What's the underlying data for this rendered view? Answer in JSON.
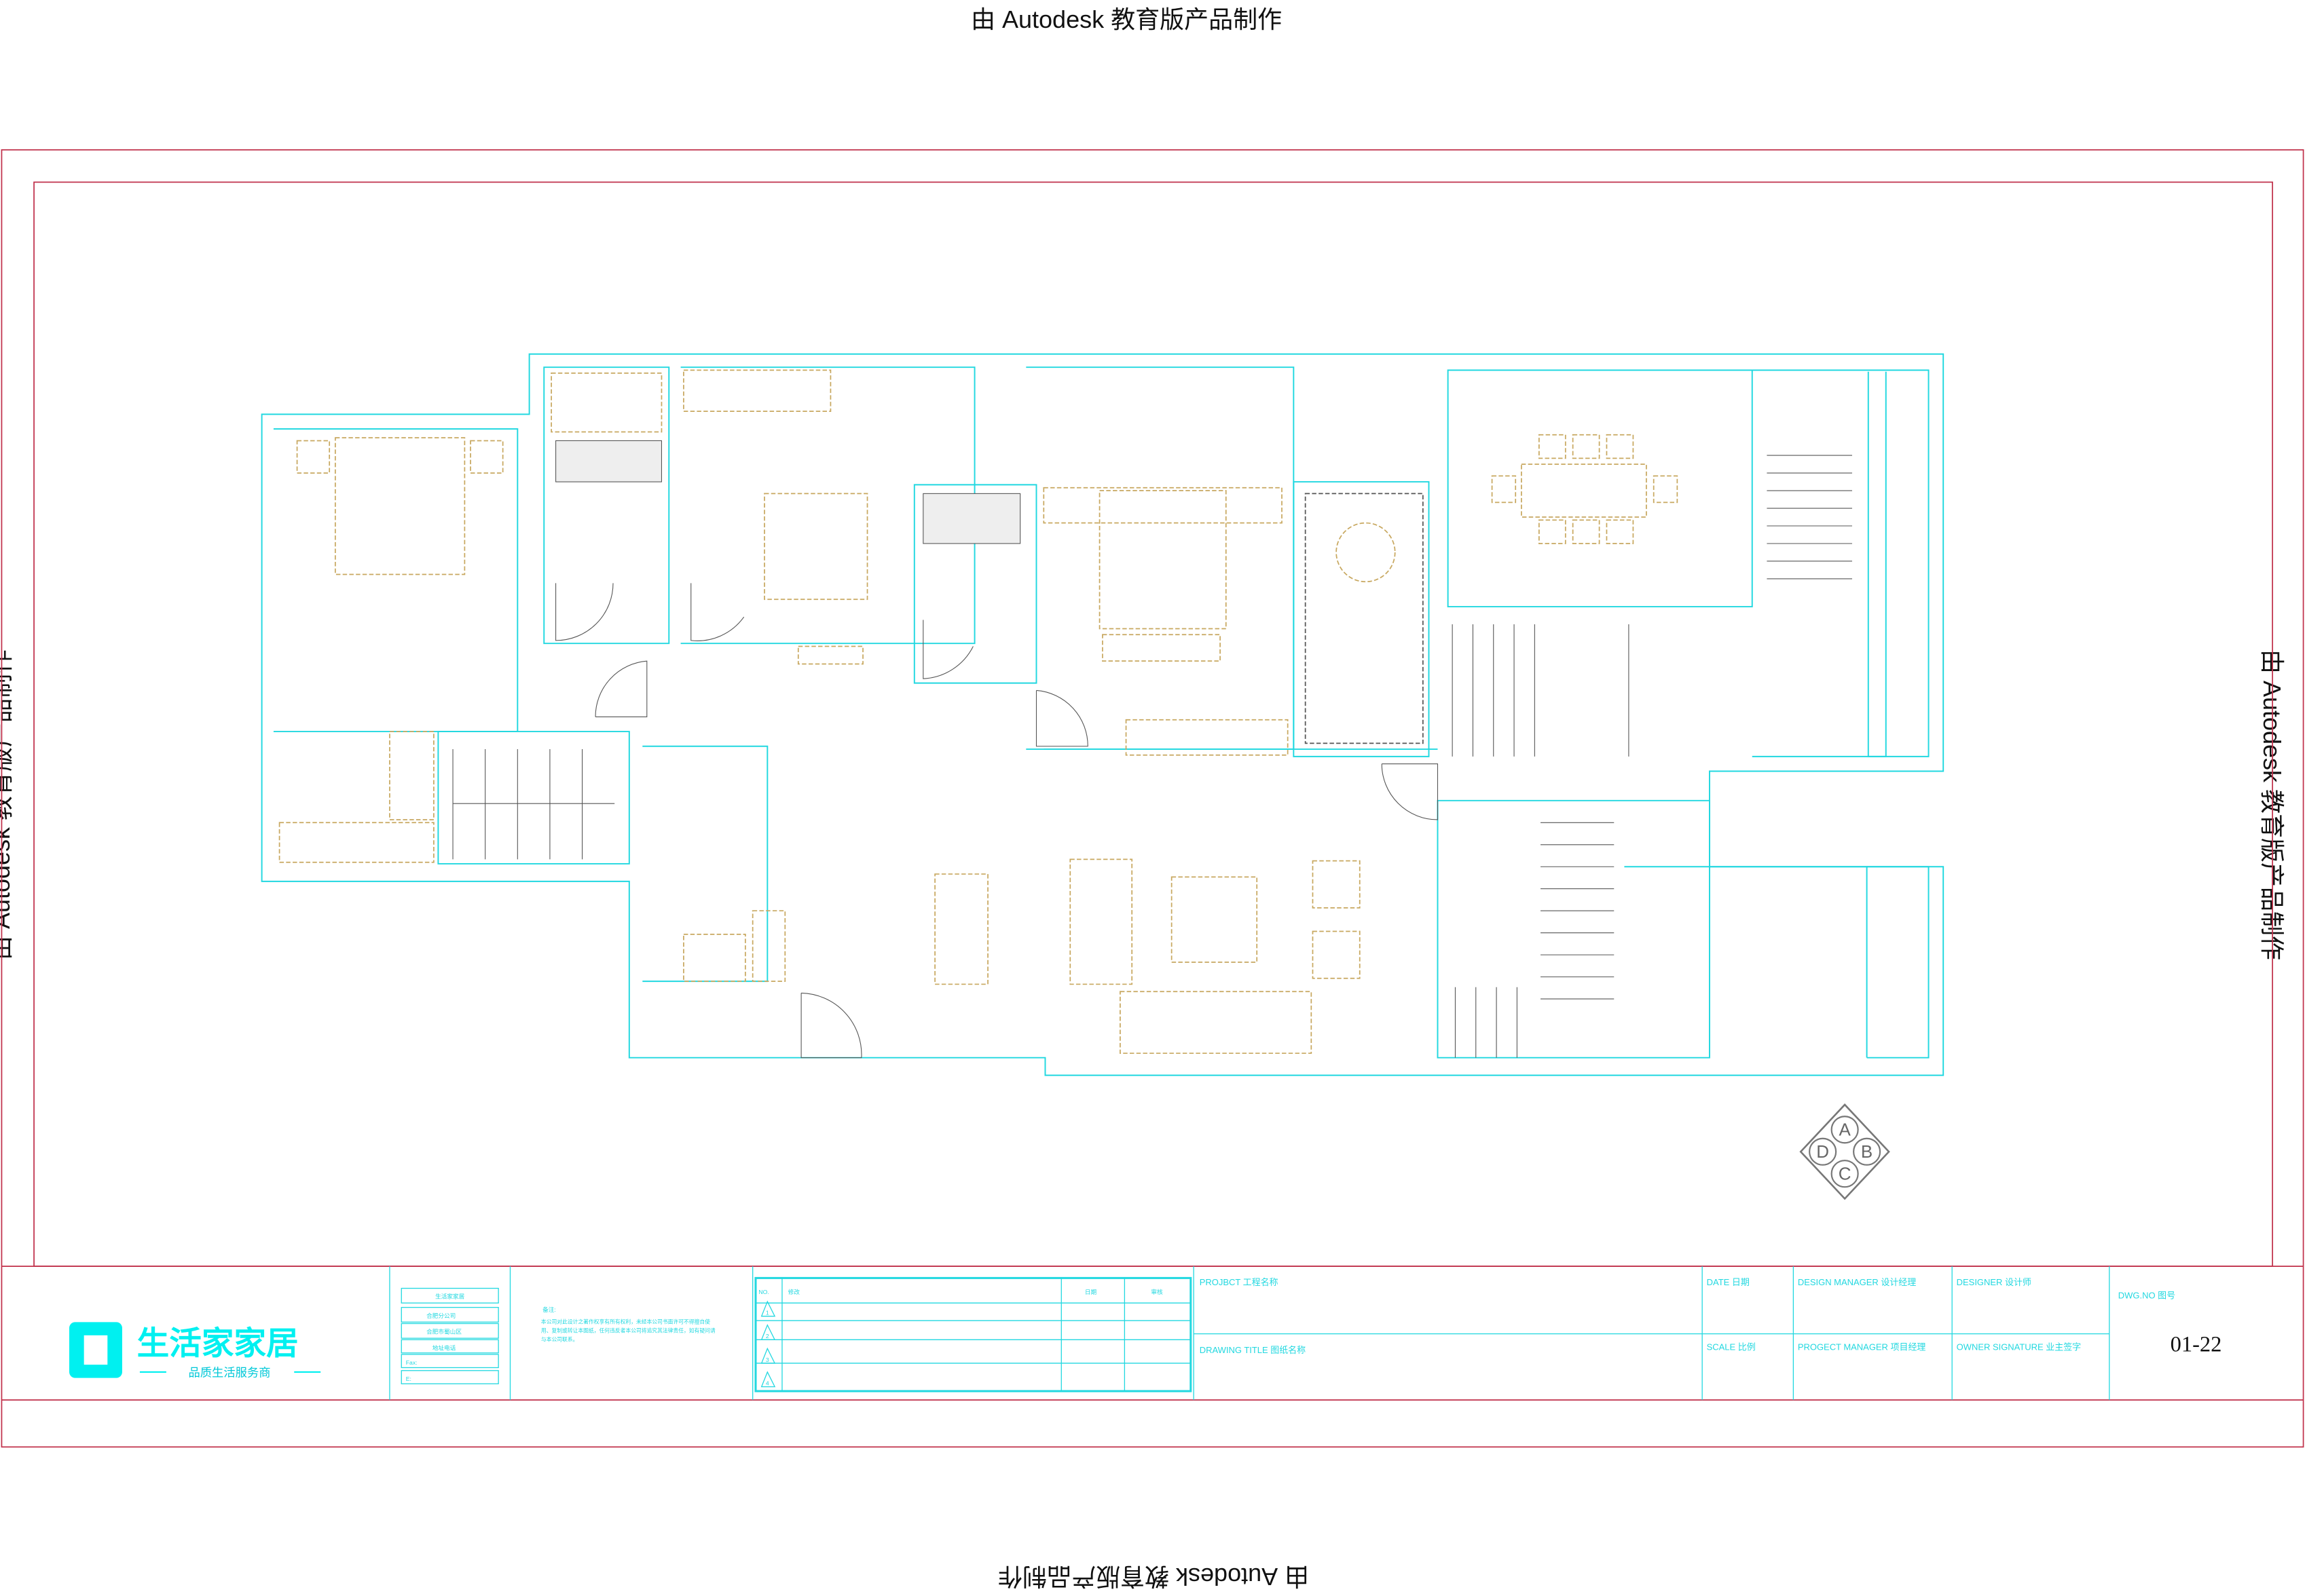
{
  "watermark": "由 Autodesk 教育版产品制作",
  "colors": {
    "frame": "#c0304a",
    "walls": "#22d8e0",
    "furniture": "#c8a860",
    "logo": "#00f0f0"
  },
  "logo": {
    "name": "生活家家居",
    "slogan": "品质生活服务商"
  },
  "company_boxes": [
    "生活家家居",
    "合肥分公司",
    "合肥市蜀山区",
    "地址电话",
    "Fax:",
    "E:"
  ],
  "notes": {
    "title": "备注:",
    "body": "本公司对此设计之著作权享有所有权利，未经本公司书面许可不得擅自使用、复制或转让本图纸，任何违反者本公司将追究其法律责任，如有疑问请与本公司联系。"
  },
  "revision_table": {
    "headers": [
      "NO.",
      "修改",
      "日期",
      "审核"
    ],
    "rows": [
      "1",
      "2",
      "3",
      "4"
    ]
  },
  "title_block": {
    "project": "PROJBCT  工程名称",
    "drawing_title": "DRAWING  TITLE  图纸名称",
    "date": "DATE 日期",
    "scale": "SCALE  比例",
    "design_manager": "DESIGN  MANAGER    设计经理",
    "project_manager": "PROGECT  MANAGER  项目经理",
    "designer": "DESIGNER  设计师",
    "owner_signature": "OWNER  SIGNATURE  业主签字",
    "dwg_no_label": "DWG.NO  图号",
    "dwg_no": "01-22"
  },
  "compass": [
    "A",
    "B",
    "C",
    "D"
  ]
}
